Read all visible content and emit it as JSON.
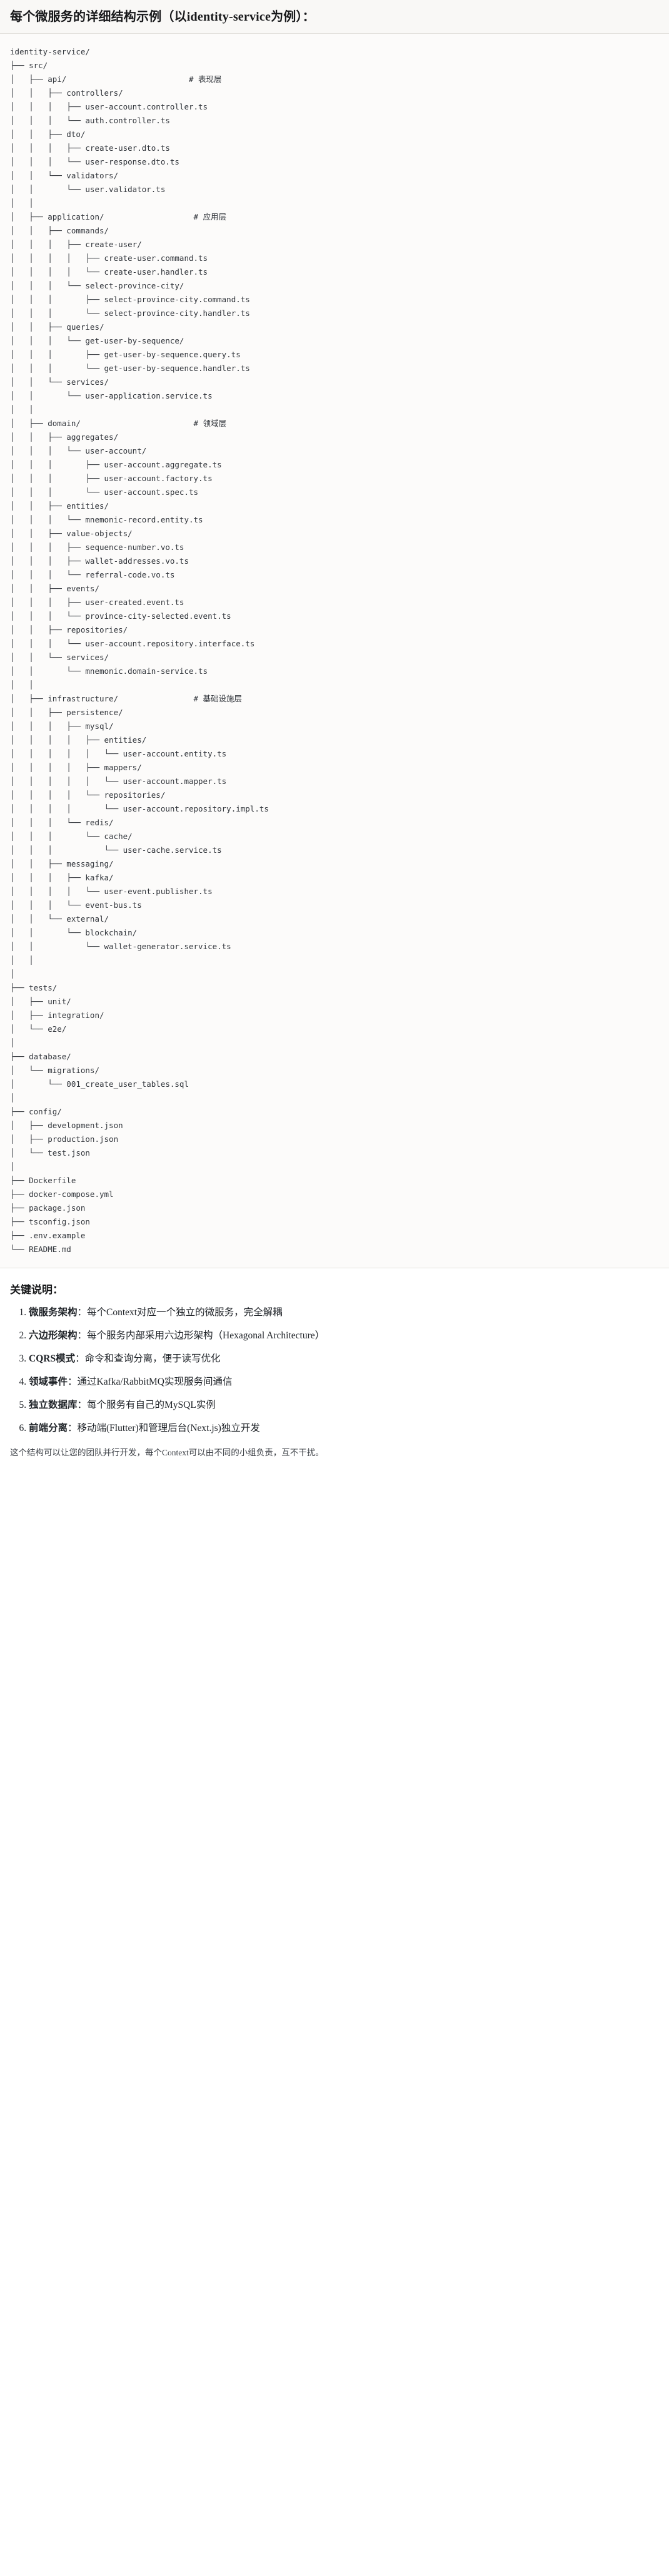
{
  "header": {
    "title": "每个微服务的详细结构示例（以identity-service为例）："
  },
  "tree": {
    "lines": [
      "identity-service/",
      "├── src/",
      "│   ├── api/                          # 表现层",
      "│   │   ├── controllers/",
      "│   │   │   ├── user-account.controller.ts",
      "│   │   │   └── auth.controller.ts",
      "│   │   ├── dto/",
      "│   │   │   ├── create-user.dto.ts",
      "│   │   │   └── user-response.dto.ts",
      "│   │   └── validators/",
      "│   │       └── user.validator.ts",
      "│   │",
      "│   ├── application/                   # 应用层",
      "│   │   ├── commands/",
      "│   │   │   ├── create-user/",
      "│   │   │   │   ├── create-user.command.ts",
      "│   │   │   │   └── create-user.handler.ts",
      "│   │   │   └── select-province-city/",
      "│   │   │       ├── select-province-city.command.ts",
      "│   │   │       └── select-province-city.handler.ts",
      "│   │   ├── queries/",
      "│   │   │   └── get-user-by-sequence/",
      "│   │   │       ├── get-user-by-sequence.query.ts",
      "│   │   │       └── get-user-by-sequence.handler.ts",
      "│   │   └── services/",
      "│   │       └── user-application.service.ts",
      "│   │",
      "│   ├── domain/                        # 领域层",
      "│   │   ├── aggregates/",
      "│   │   │   └── user-account/",
      "│   │   │       ├── user-account.aggregate.ts",
      "│   │   │       ├── user-account.factory.ts",
      "│   │   │       └── user-account.spec.ts",
      "│   │   ├── entities/",
      "│   │   │   └── mnemonic-record.entity.ts",
      "│   │   ├── value-objects/",
      "│   │   │   ├── sequence-number.vo.ts",
      "│   │   │   ├── wallet-addresses.vo.ts",
      "│   │   │   └── referral-code.vo.ts",
      "│   │   ├── events/",
      "│   │   │   ├── user-created.event.ts",
      "│   │   │   └── province-city-selected.event.ts",
      "│   │   ├── repositories/",
      "│   │   │   └── user-account.repository.interface.ts",
      "│   │   └── services/",
      "│   │       └── mnemonic.domain-service.ts",
      "│   │",
      "│   ├── infrastructure/                # 基础设施层",
      "│   │   ├── persistence/",
      "│   │   │   ├── mysql/",
      "│   │   │   │   ├── entities/",
      "│   │   │   │   │   └── user-account.entity.ts",
      "│   │   │   │   ├── mappers/",
      "│   │   │   │   │   └── user-account.mapper.ts",
      "│   │   │   │   └── repositories/",
      "│   │   │   │       └── user-account.repository.impl.ts",
      "│   │   │   └── redis/",
      "│   │   │       └── cache/",
      "│   │   │           └── user-cache.service.ts",
      "│   │   ├── messaging/",
      "│   │   │   ├── kafka/",
      "│   │   │   │   └── user-event.publisher.ts",
      "│   │   │   └── event-bus.ts",
      "│   │   └── external/",
      "│   │       └── blockchain/",
      "│   │           └── wallet-generator.service.ts",
      "│   │",
      "│",
      "├── tests/",
      "│   ├── unit/",
      "│   ├── integration/",
      "│   └── e2e/",
      "│",
      "├── database/",
      "│   └── migrations/",
      "│       └── 001_create_user_tables.sql",
      "│",
      "├── config/",
      "│   ├── development.json",
      "│   ├── production.json",
      "│   └── test.json",
      "│",
      "├── Dockerfile",
      "├── docker-compose.yml",
      "├── package.json",
      "├── tsconfig.json",
      "├── .env.example",
      "└── README.md"
    ]
  },
  "keys": {
    "title": "关键说明：",
    "items": [
      {
        "term": "微服务架构",
        "desc": "：每个Context对应一个独立的微服务，完全解耦"
      },
      {
        "term": "六边形架构",
        "desc": "：每个服务内部采用六边形架构（Hexagonal Architecture）"
      },
      {
        "term": "CQRS模式",
        "desc": "：命令和查询分离，便于读写优化"
      },
      {
        "term": "领域事件",
        "desc": "：通过Kafka/RabbitMQ实现服务间通信"
      },
      {
        "term": "独立数据库",
        "desc": "：每个服务有自己的MySQL实例"
      },
      {
        "term": "前端分离",
        "desc": "：移动端(Flutter)和管理后台(Next.js)独立开发"
      }
    ],
    "closing": "这个结构可以让您的团队并行开发，每个Context可以由不同的小组负责，互不干扰。"
  }
}
